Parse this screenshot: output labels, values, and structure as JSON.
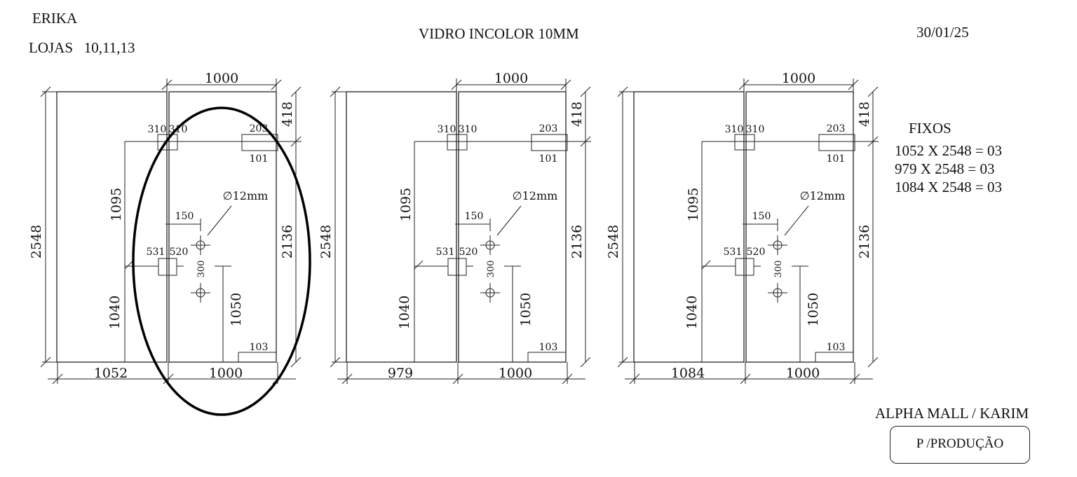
{
  "header": {
    "client": "ERIKA",
    "stores": "LOJAS   10,11,13",
    "title": "VIDRO INCOLOR 10MM",
    "date": "30/01/25"
  },
  "panels": [
    {
      "total_height": "2548",
      "top_width": "1000",
      "top_right": "418",
      "right_height": "2136",
      "upper_left": "1095",
      "lower_left": "1040",
      "lower_right": "1050",
      "lock_left": "531",
      "lock_right": "520",
      "hinge_left": "310",
      "hinge_right": "310",
      "top_box_upper": "203",
      "top_box_lower": "101",
      "handle_offset": "150",
      "handle_spacing": "300",
      "hole_diameter": "∅12mm",
      "bottom_box": "103",
      "bottom_left": "1052",
      "bottom_right": "1000"
    },
    {
      "total_height": "2548",
      "top_width": "1000",
      "top_right": "418",
      "right_height": "2136",
      "upper_left": "1095",
      "lower_left": "1040",
      "lower_right": "1050",
      "lock_left": "531",
      "lock_right": "520",
      "hinge_left": "310",
      "hinge_right": "310",
      "top_box_upper": "203",
      "top_box_lower": "101",
      "handle_offset": "150",
      "handle_spacing": "300",
      "hole_diameter": "∅12mm",
      "bottom_box": "103",
      "bottom_left": "979",
      "bottom_right": "1000"
    },
    {
      "total_height": "2548",
      "top_width": "1000",
      "top_right": "418",
      "right_height": "2136",
      "upper_left": "1095",
      "lower_left": "1040",
      "lower_right": "1050",
      "lock_left": "531",
      "lock_right": "520",
      "hinge_left": "310",
      "hinge_right": "310",
      "top_box_upper": "203",
      "top_box_lower": "101",
      "handle_offset": "150",
      "handle_spacing": "300",
      "hole_diameter": "∅12mm",
      "bottom_box": "103",
      "bottom_left": "1084",
      "bottom_right": "1000"
    }
  ],
  "fixos": {
    "title": "FIXOS",
    "lines": [
      "1052 X 2548 = 03",
      "979 X 2548 = 03",
      "1084 X 2548 = 03"
    ]
  },
  "client_location": "ALPHA MALL / KARIM",
  "stamp": "P /PRODUÇÃO"
}
